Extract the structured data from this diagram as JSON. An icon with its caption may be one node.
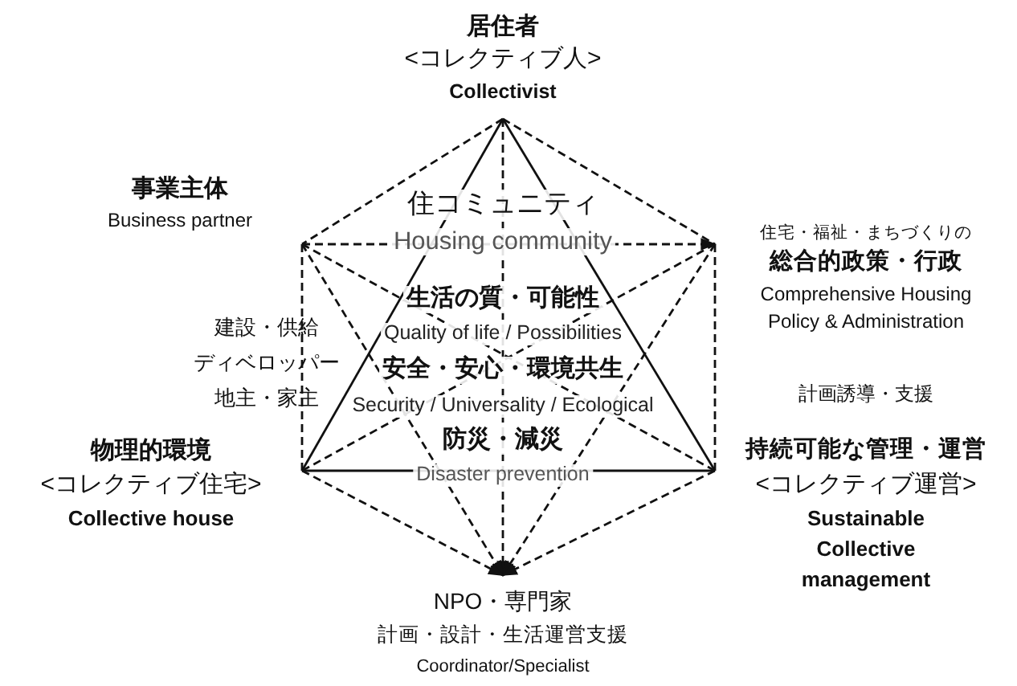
{
  "diagram": {
    "nodes": [
      {
        "text": [
          "居住者",
          "<コレクティブ人>",
          "Collectivist"
        ]
      },
      {
        "text": [
          "事業主体",
          "Business partner",
          "建設・供給",
          "ディベロッパー",
          "地主・家主"
        ]
      },
      {
        "text": [
          "住宅・福祉・まちづくりの",
          "総合的政策・行政",
          "Comprehensive Housing Policy & Administration",
          "計画誘導・支援"
        ]
      },
      {
        "text": [
          "物理的環境",
          "<コレクティブ住宅>",
          "Collective house"
        ]
      },
      {
        "text": [
          "持続可能な管理・運営",
          "<コレクティブ運営>",
          "Sustainable Collective management"
        ]
      },
      {
        "text": [
          "NPO・専門家",
          "計画・設計・生活運営支援",
          "Coordinator/Specialist"
        ]
      }
    ],
    "edges": [
      {
        "from": 0,
        "to": 1,
        "arrow": "none",
        "style": "dashed"
      },
      {
        "from": 0,
        "to": 2,
        "arrow": "none",
        "style": "dashed"
      },
      {
        "from": 0,
        "to": 3,
        "arrow": "none"
      },
      {
        "from": 0,
        "to": 4,
        "arrow": "none"
      },
      {
        "from": 0,
        "to": 5,
        "arrow": "to",
        "style": "dashed"
      },
      {
        "from": 1,
        "to": 2,
        "arrow": "to",
        "style": "dashed"
      },
      {
        "from": 1,
        "to": 3,
        "arrow": "none",
        "style": "dashed"
      },
      {
        "from": 2,
        "to": 4,
        "arrow": "none",
        "style": "dashed"
      },
      {
        "from": 1,
        "to": 4,
        "arrow": "none",
        "style": "dashed"
      },
      {
        "from": 2,
        "to": 3,
        "arrow": "none",
        "style": "dashed"
      },
      {
        "from": 3,
        "to": 4,
        "arrow": "none"
      },
      {
        "from": 1,
        "to": 5,
        "arrow": "to",
        "style": "dashed"
      },
      {
        "from": 2,
        "to": 5,
        "arrow": "to",
        "style": "dashed"
      },
      {
        "from": 3,
        "to": 5,
        "arrow": "to",
        "style": "dashed"
      },
      {
        "from": 4,
        "to": 5,
        "arrow": "to",
        "style": "dashed"
      }
    ],
    "labels": [
      "住コミュニティ",
      "Housing community",
      "生活の質・可能性",
      "Quality of life / Possibilities",
      "安全・安心・環境共生",
      "Security / Universality / Ecological",
      "防災・減災",
      "Disaster prevention"
    ]
  }
}
